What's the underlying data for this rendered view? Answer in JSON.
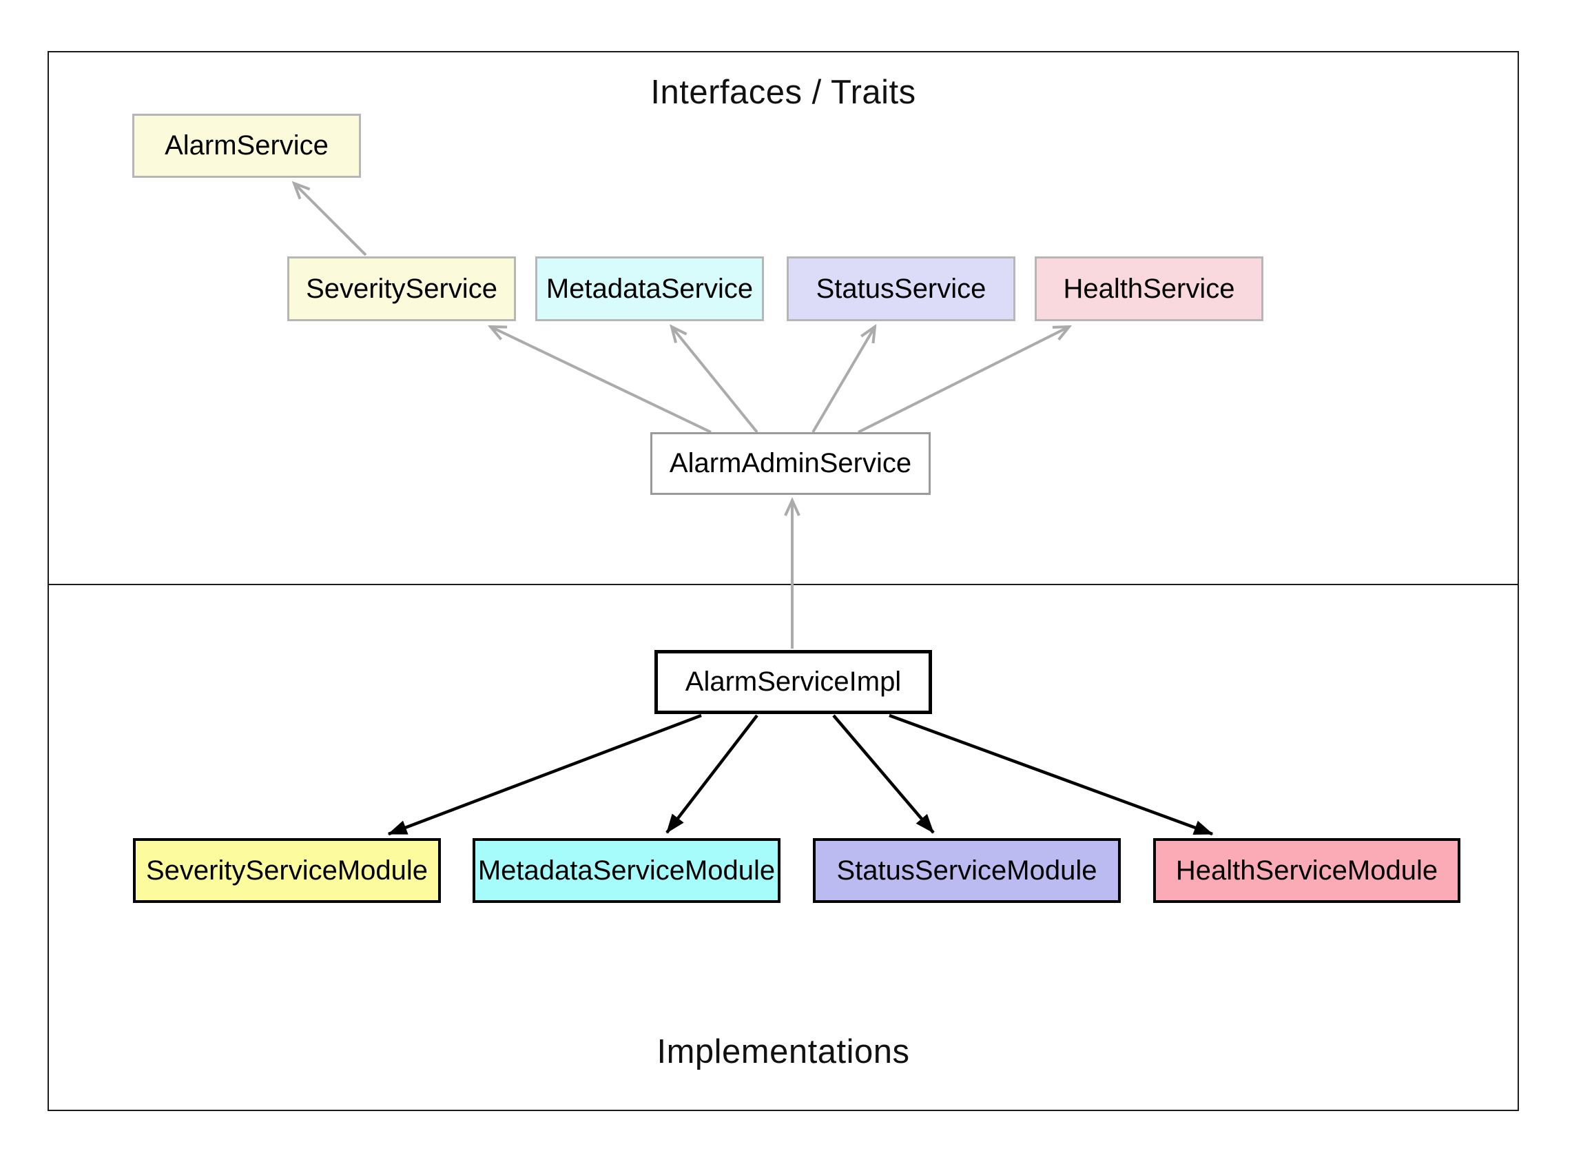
{
  "diagram": {
    "sections": {
      "top_title": "Interfaces / Traits",
      "bottom_title": "Implementations"
    },
    "nodes": {
      "alarm_service": "AlarmService",
      "severity_service": "SeverityService",
      "metadata_service": "MetadataService",
      "status_service": "StatusService",
      "health_service": "HealthService",
      "alarm_admin_service": "AlarmAdminService",
      "alarm_service_impl": "AlarmServiceImpl",
      "severity_service_module": "SeverityServiceModule",
      "metadata_service_module": "MetadataServiceModule",
      "status_service_module": "StatusServiceModule",
      "health_service_module": "HealthServiceModule"
    },
    "colors": {
      "interface_yellow": "#fbfbdc",
      "interface_cyan": "#d8fcfc",
      "interface_lavender": "#dcdcf8",
      "interface_pink": "#fad9de",
      "module_yellow": "#fcfc9e",
      "module_cyan": "#a6fbfb",
      "module_lavender": "#bbbbf1",
      "module_pink": "#fbabb5",
      "edge_gray": "#ababab",
      "edge_black": "#000000"
    },
    "edges": [
      {
        "from": "SeverityService",
        "to": "AlarmService",
        "style": "gray"
      },
      {
        "from": "AlarmAdminService",
        "to": "SeverityService",
        "style": "gray"
      },
      {
        "from": "AlarmAdminService",
        "to": "MetadataService",
        "style": "gray"
      },
      {
        "from": "AlarmAdminService",
        "to": "StatusService",
        "style": "gray"
      },
      {
        "from": "AlarmAdminService",
        "to": "HealthService",
        "style": "gray"
      },
      {
        "from": "AlarmServiceImpl",
        "to": "AlarmAdminService",
        "style": "gray"
      },
      {
        "from": "AlarmServiceImpl",
        "to": "SeverityServiceModule",
        "style": "black"
      },
      {
        "from": "AlarmServiceImpl",
        "to": "MetadataServiceModule",
        "style": "black"
      },
      {
        "from": "AlarmServiceImpl",
        "to": "StatusServiceModule",
        "style": "black"
      },
      {
        "from": "AlarmServiceImpl",
        "to": "HealthServiceModule",
        "style": "black"
      }
    ]
  }
}
